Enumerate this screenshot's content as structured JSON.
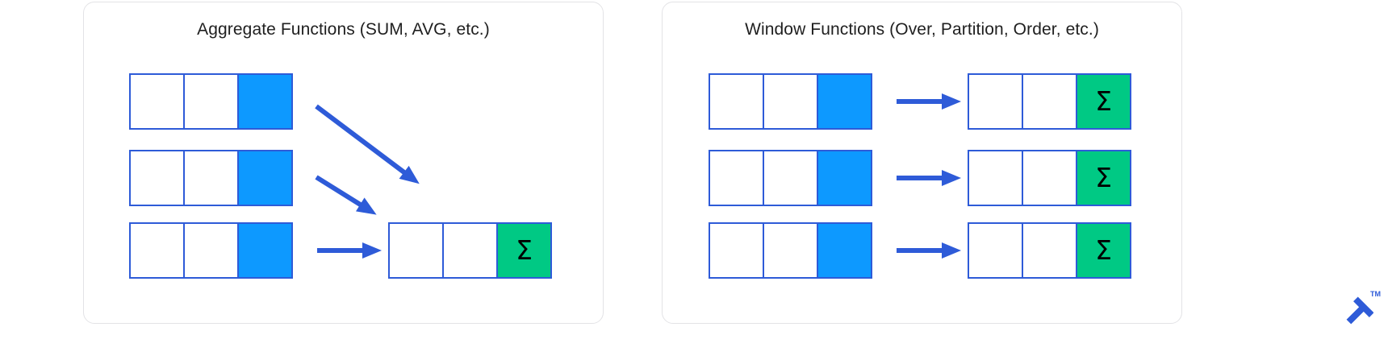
{
  "diagram": {
    "title_semantic": "sql-aggregate-vs-window-functions",
    "colors": {
      "row_border": "#2e5bd8",
      "value_cell_fill": "#0d99ff",
      "result_cell_fill": "#00c984",
      "arrow": "#2e5bd8",
      "panel_border": "#e3e3e6",
      "text": "#1f1f1f",
      "sigma": "#000000",
      "logo": "#2e5bd8"
    },
    "panels": [
      {
        "id": "aggregate",
        "title": "Aggregate Functions (SUM, AVG, etc.)",
        "input_rows": [
          {
            "cells": [
              {
                "type": "empty",
                "label": ""
              },
              {
                "type": "empty",
                "label": ""
              },
              {
                "type": "value",
                "label": ""
              }
            ]
          },
          {
            "cells": [
              {
                "type": "empty",
                "label": ""
              },
              {
                "type": "empty",
                "label": ""
              },
              {
                "type": "value",
                "label": ""
              }
            ]
          },
          {
            "cells": [
              {
                "type": "empty",
                "label": ""
              },
              {
                "type": "empty",
                "label": ""
              },
              {
                "type": "value",
                "label": ""
              }
            ]
          }
        ],
        "output_rows": [
          {
            "cells": [
              {
                "type": "empty",
                "label": ""
              },
              {
                "type": "empty",
                "label": ""
              },
              {
                "type": "result",
                "label": "Σ"
              }
            ]
          }
        ],
        "arrows": [
          {
            "kind": "diagonal",
            "from_row": 1,
            "to": "result"
          },
          {
            "kind": "diagonal",
            "from_row": 2,
            "to": "result"
          },
          {
            "kind": "horizontal",
            "from_row": 3,
            "to": "result"
          }
        ]
      },
      {
        "id": "window",
        "title": "Window Functions (Over, Partition, Order, etc.)",
        "input_rows": [
          {
            "cells": [
              {
                "type": "empty",
                "label": ""
              },
              {
                "type": "empty",
                "label": ""
              },
              {
                "type": "value",
                "label": ""
              }
            ]
          },
          {
            "cells": [
              {
                "type": "empty",
                "label": ""
              },
              {
                "type": "empty",
                "label": ""
              },
              {
                "type": "value",
                "label": ""
              }
            ]
          },
          {
            "cells": [
              {
                "type": "empty",
                "label": ""
              },
              {
                "type": "empty",
                "label": ""
              },
              {
                "type": "value",
                "label": ""
              }
            ]
          }
        ],
        "output_rows": [
          {
            "cells": [
              {
                "type": "empty",
                "label": ""
              },
              {
                "type": "empty",
                "label": ""
              },
              {
                "type": "result",
                "label": "Σ"
              }
            ]
          },
          {
            "cells": [
              {
                "type": "empty",
                "label": ""
              },
              {
                "type": "empty",
                "label": ""
              },
              {
                "type": "result",
                "label": "Σ"
              }
            ]
          },
          {
            "cells": [
              {
                "type": "empty",
                "label": ""
              },
              {
                "type": "empty",
                "label": ""
              },
              {
                "type": "result",
                "label": "Σ"
              }
            ]
          }
        ],
        "arrows": [
          {
            "kind": "horizontal",
            "from_row": 1,
            "to": "result"
          },
          {
            "kind": "horizontal",
            "from_row": 2,
            "to": "result"
          },
          {
            "kind": "horizontal",
            "from_row": 3,
            "to": "result"
          }
        ]
      }
    ],
    "watermark": {
      "trademark": "TM",
      "icon": "toptal-logo-icon"
    }
  }
}
